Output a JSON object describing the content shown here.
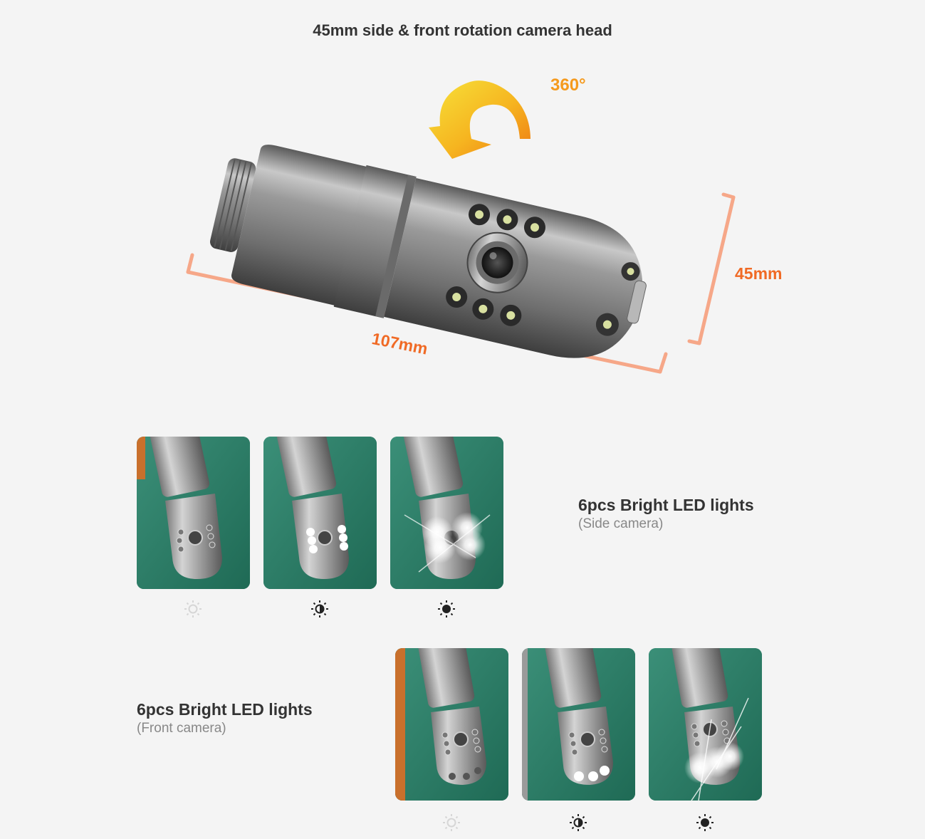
{
  "page": {
    "title": "45mm side & front rotation camera head"
  },
  "hero": {
    "length_label": "107mm",
    "diameter_label": "45mm",
    "rotation_label": "360°",
    "colors": {
      "dimension": "#f06a25",
      "rotation": "#f59a1d",
      "dimension_line": "#f6a788"
    }
  },
  "side_section": {
    "title": "6pcs Bright LED lights",
    "subtitle": "(Side camera)",
    "photos": [
      {
        "brightness": "off",
        "icon": "brightness-off-icon"
      },
      {
        "brightness": "medium",
        "icon": "brightness-medium-icon"
      },
      {
        "brightness": "high",
        "icon": "brightness-high-icon"
      }
    ]
  },
  "front_section": {
    "title": "6pcs Bright LED lights",
    "subtitle": "(Front camera)",
    "photos": [
      {
        "brightness": "off",
        "icon": "brightness-off-icon"
      },
      {
        "brightness": "medium",
        "icon": "brightness-medium-icon"
      },
      {
        "brightness": "high",
        "icon": "brightness-high-icon"
      }
    ]
  }
}
